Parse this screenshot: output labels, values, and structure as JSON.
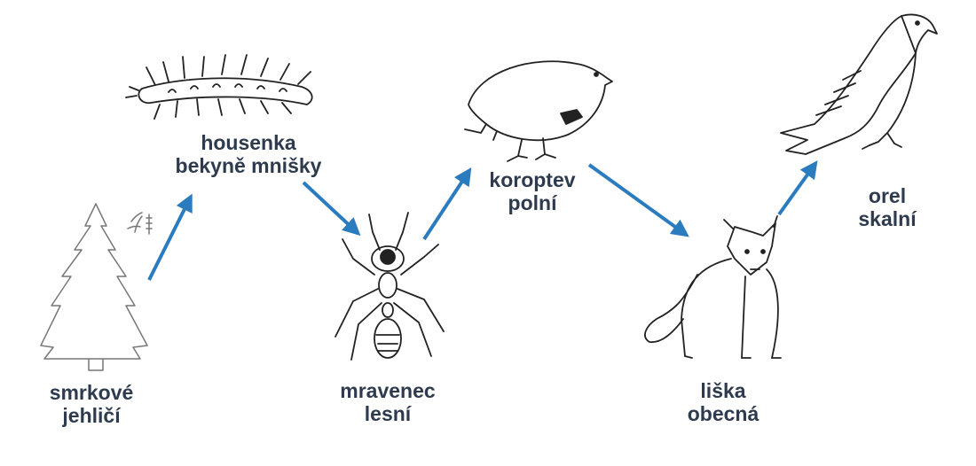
{
  "organisms": [
    {
      "line1": "smrkové",
      "line2": "jehličí",
      "icon": "spruce-tree-icon"
    },
    {
      "line1": "housenka",
      "line2": "bekyně mnišky",
      "icon": "caterpillar-icon"
    },
    {
      "line1": "mravenec",
      "line2": "lesní",
      "icon": "ant-icon"
    },
    {
      "line1": "koroptev",
      "line2": "polní",
      "icon": "partridge-icon"
    },
    {
      "line1": "liška",
      "line2": "obecná",
      "icon": "fox-icon"
    },
    {
      "line1": "orel",
      "line2": "skalní",
      "icon": "eagle-icon"
    }
  ],
  "colors": {
    "arrow": "#2b7bbf",
    "label": "#2e3b4e",
    "ink": "#222222"
  }
}
